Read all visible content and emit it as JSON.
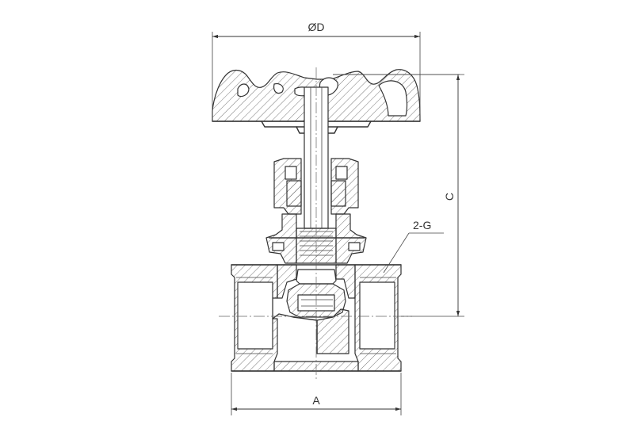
{
  "drawing": {
    "title": "",
    "labels": {
      "diameter_D": "ØD",
      "height_C": "C",
      "length_A": "A",
      "thread_G": "2-G"
    },
    "colors": {
      "line": "#333333",
      "background": "#ffffff"
    }
  }
}
